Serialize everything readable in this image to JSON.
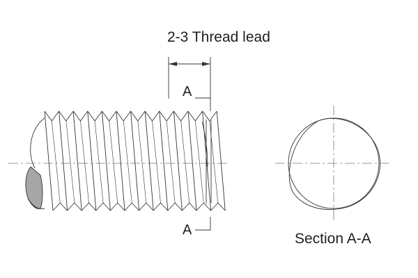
{
  "labels": {
    "thread_lead": "2-3 Thread lead",
    "section_marker_top": "A",
    "section_marker_bottom": "A",
    "section_title": "Section A-A"
  },
  "colors": {
    "outline": "#333333",
    "centerline": "#777777",
    "cut_face": "#a6a6a6",
    "background": "#ffffff"
  }
}
